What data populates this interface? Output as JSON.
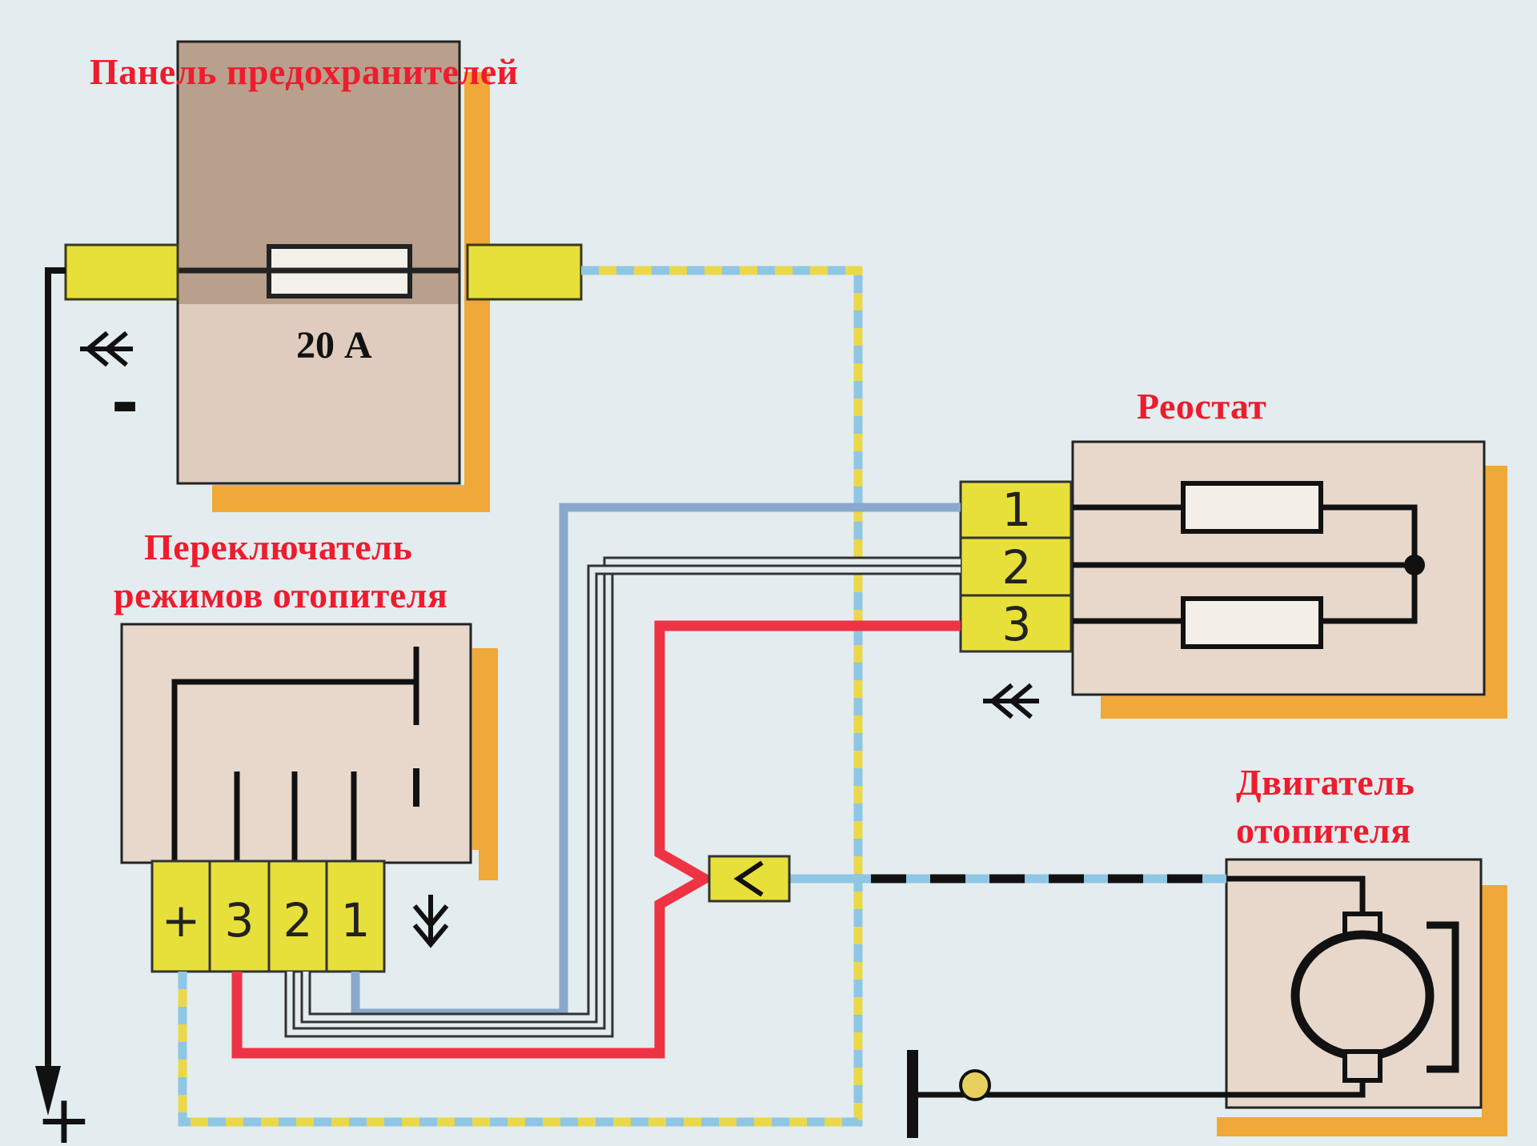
{
  "labels": {
    "fuse_panel": "Панель предохранителей",
    "fuse_rating": "20 А",
    "rheostat": "Реостат",
    "switch_line1": "Переключатель",
    "switch_line2": "режимов отопителя",
    "motor_line1": "Двигатель",
    "motor_line2": "отопителя"
  },
  "rheostat_pins": [
    "1",
    "2",
    "3"
  ],
  "switch_pins": [
    "+",
    "3",
    "2",
    "1"
  ],
  "power_terminals": {
    "negative": "-",
    "positive": "+"
  },
  "colors": {
    "label_red": "#ee1c2e",
    "connector_yellow": "#e8e03a",
    "wire_blue": "#8aa8cc",
    "wire_red": "#ee3344",
    "wire_dashed_yellow": "#ead84a",
    "wire_dashed_blue": "#8fc6e4",
    "component_fill": "#e3d2c6",
    "shadow_orange": "#f0a838"
  }
}
